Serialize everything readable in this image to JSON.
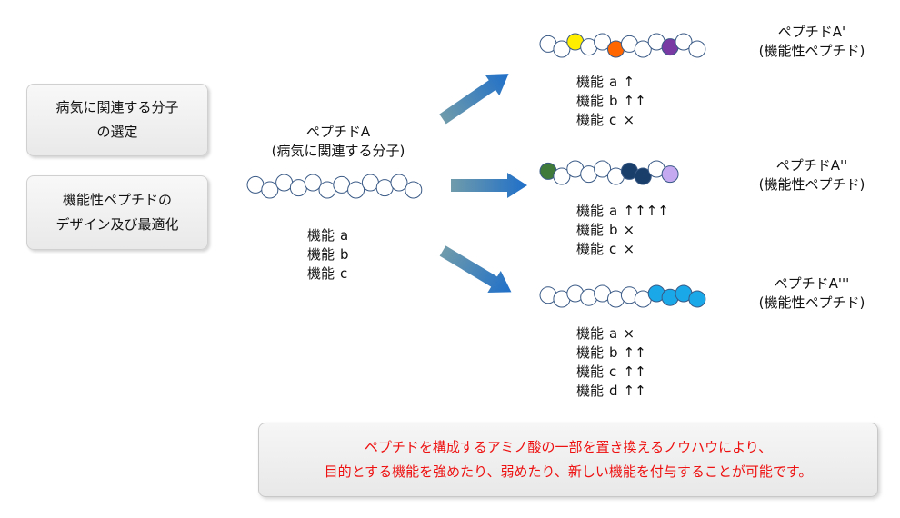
{
  "left_boxes": [
    {
      "lines": [
        "病気に関連する分子",
        "の選定"
      ]
    },
    {
      "lines": [
        "機能性ペプチドの",
        "デザイン及び最適化"
      ]
    }
  ],
  "source": {
    "title": "ペプチドA",
    "subtitle": "(病気に関連する分子)",
    "functions": [
      {
        "name": "機能",
        "letter": "a"
      },
      {
        "name": "機能",
        "letter": "b"
      },
      {
        "name": "機能",
        "letter": "c"
      }
    ]
  },
  "variants": [
    {
      "title": "ペプチドA'",
      "subtitle": "(機能性ペプチド)",
      "functions": [
        {
          "name": "機能",
          "letter": "a",
          "effect": "↑"
        },
        {
          "name": "機能",
          "letter": "b",
          "effect": "↑↑"
        },
        {
          "name": "機能",
          "letter": "c",
          "effect": "×"
        }
      ]
    },
    {
      "title": "ペプチドA''",
      "subtitle": "(機能性ペプチド)",
      "functions": [
        {
          "name": "機能",
          "letter": "a",
          "effect": "↑↑↑↑"
        },
        {
          "name": "機能",
          "letter": "b",
          "effect": "×"
        },
        {
          "name": "機能",
          "letter": "c",
          "effect": "×"
        }
      ]
    },
    {
      "title": "ペプチドA'''",
      "subtitle": "(機能性ペプチド)",
      "functions": [
        {
          "name": "機能",
          "letter": "a",
          "effect": "×"
        },
        {
          "name": "機能",
          "letter": "b",
          "effect": "↑↑"
        },
        {
          "name": "機能",
          "letter": "c",
          "effect": "↑↑"
        },
        {
          "name": "機能",
          "letter": "d",
          "effect": "↑↑"
        }
      ]
    }
  ],
  "note": {
    "lines": [
      "ペプチドを構成するアミノ酸の一部を置き換えるノウハウにより、",
      "目的とする機能を強めたり、弱めたり、新しい機能を付与することが可能です。"
    ]
  },
  "colors": {
    "bead_default": "#ffffff",
    "bead_stroke": "#3a5a86",
    "arrow_start": "#6f9bab",
    "arrow_end": "#1f6fc9",
    "note_text": "#ee1111",
    "substitutions_A1": [
      "#ffee00",
      "#ff6600",
      "#7a3aa3"
    ],
    "substitutions_A2": [
      "#3f7a3a",
      "#1a3e6a",
      "#c4a8f0"
    ],
    "substitutions_A3": [
      "#1aa8e8"
    ]
  }
}
